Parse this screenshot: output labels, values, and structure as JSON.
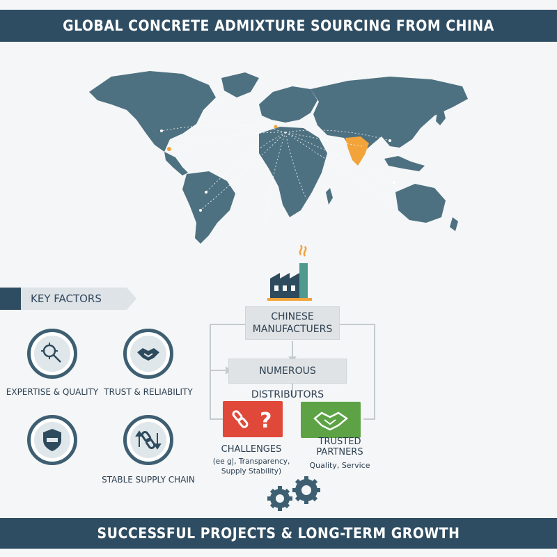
{
  "header": {
    "title": "GLOBAL CONCRETE ADMIXTURE SOURCING FROM CHINA"
  },
  "footer": {
    "title": "SUCCESSFUL PROJECTS & LONG-TERM GROWTH"
  },
  "key_factors": {
    "heading": "KEY FACTORS",
    "items": [
      {
        "label": "EXPERTISE & QUALITY",
        "icon": "gear-magnifier-icon"
      },
      {
        "label": "TRUST & RELIABILITY",
        "icon": "handshake-icon"
      },
      {
        "label": "",
        "icon": "shield-icon"
      },
      {
        "label": "STABLE SUPPLY CHAIN",
        "icon": "chain-arrows-icon"
      }
    ]
  },
  "flow": {
    "manufacturers": "CHINESE\nMANUFACTUERS",
    "distributors": "NUMEROUS DISTRIBUTORS",
    "challenges": {
      "title": "CHALLENGES",
      "detail": "(ee g|, Transparency,\nSupply Stability)",
      "color": "#e0493a"
    },
    "trusted": {
      "title": "TRUSTED\nPARTNERS",
      "detail": "Quality, Service",
      "color": "#5da346"
    }
  },
  "colors": {
    "band": "#2f4d62",
    "land": "#4e7181",
    "highlight": "#f2a33a",
    "factory": "#2e4a5d"
  }
}
